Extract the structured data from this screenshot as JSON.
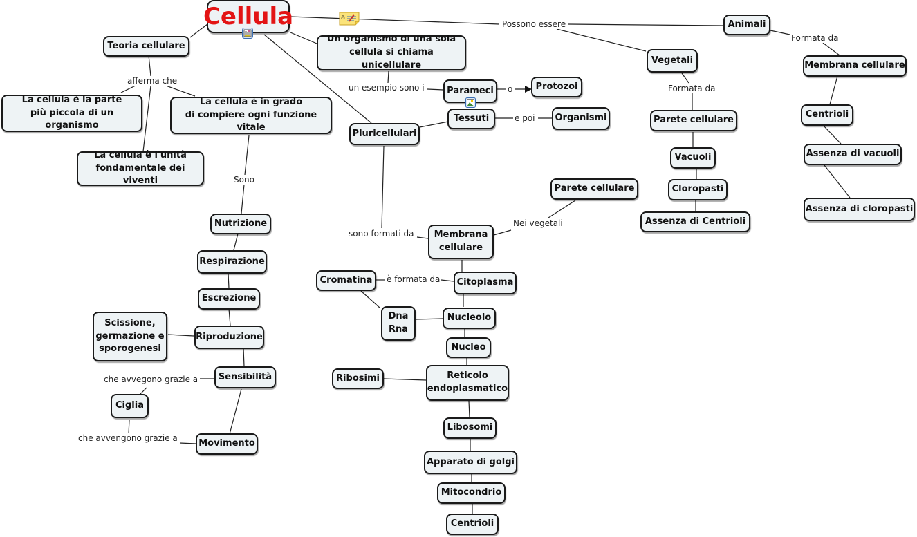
{
  "map": {
    "root": "Cellula",
    "accent_color": "#e31414",
    "node_fill": "#eef3f5",
    "nodes": {
      "teoria": "Teoria cellulare",
      "parte": "La cellula è la parte\npiù piccola di un organismo",
      "unita": "La cellula è l'unità\nfondamentale dei viventi",
      "grado": "La cellula è in grado\ndi compiere ogni funzione vitale",
      "unicell": "Un organismo di una sola\ncellula si chiama unicellulare",
      "parameci": "Parameci",
      "protozoi": "Protozoi",
      "tessuti": "Tessuti",
      "organismi": "Organismi",
      "pluri": "Pluricellulari",
      "animali": "Animali",
      "vegetali": "Vegetali",
      "an_membrana": "Membrana cellulare",
      "an_centrioli": "Centrioli",
      "an_vacuoli": "Assenza di vacuoli",
      "an_cloro": "Assenza di cloropasti",
      "veg_parete": "Parete cellulare",
      "veg_vacuoli": "Vacuoli",
      "veg_cloro": "Cloropasti",
      "veg_centrioli": "Assenza di Centrioli",
      "nutrizione": "Nutrizione",
      "respirazione": "Respirazione",
      "escrezione": "Escrezione",
      "riproduzione": "Riproduzione",
      "scissione": "Scissione,\ngermazione e\nsporogenesi",
      "sensibilita": "Sensibilità",
      "ciglia": "Ciglia",
      "movimento": "Movimento",
      "membrana": "Membrana\ncellulare",
      "parete": "Parete cellulare",
      "cromatina": "Cromatina",
      "citoplasma": "Citoplasma",
      "dnarna": "Dna\nRna",
      "nucleolo": "Nucleolo",
      "nucleo": "Nucleo",
      "ribosimi": "Ribosimi",
      "reticolo": "Reticolo\nendoplasmatico",
      "libosomi": "Libosomi",
      "golgi": "Apparato di golgi",
      "mitocondrio": "Mitocondrio",
      "centrioli": "Centrioli"
    },
    "links": {
      "afferma": "afferma che",
      "esempio": "un esempio sono i",
      "o": "o",
      "epoi": "e poi",
      "possono": "Possono essere",
      "formata_an": "Formata da",
      "formata_veg": "Formata da",
      "sono": "Sono",
      "grazie1": "che avvegono grazie a",
      "grazie2": "che avvengono grazie a",
      "formati": "sono formati da",
      "neiveg": "Nei vegetali",
      "formata_crom": "è formata da"
    },
    "icons": {
      "note": "note-icon",
      "document": "document-icon",
      "image": "image-icon"
    }
  }
}
